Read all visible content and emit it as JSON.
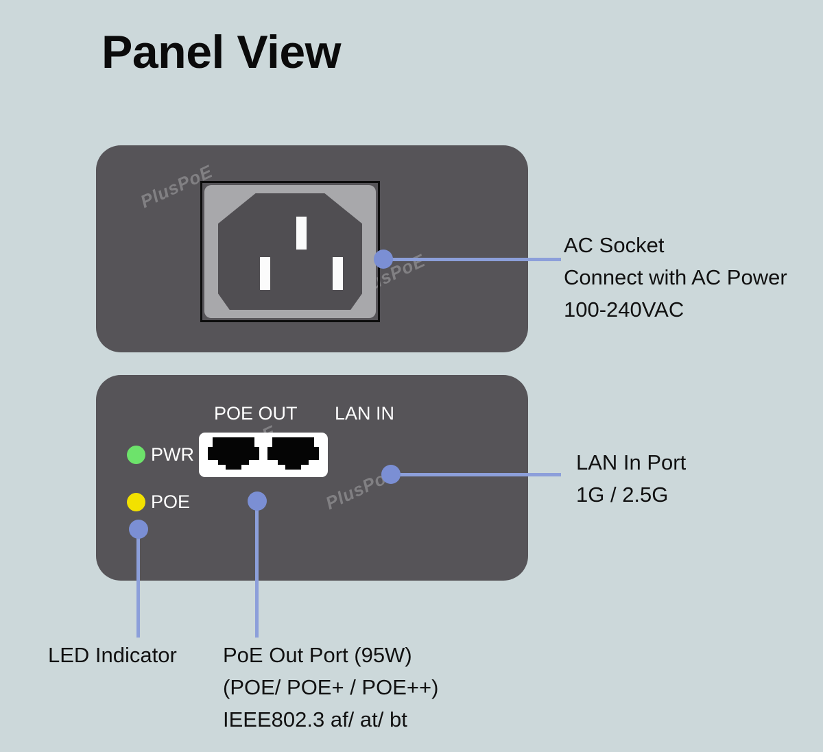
{
  "page": {
    "title": "Panel View",
    "background_color": "#ccd8da",
    "watermark_text": "PlusPoE"
  },
  "colors": {
    "panel_body": "#565458",
    "callout_blue": "#7b8fd4",
    "led_pwr_green": "#6de36b",
    "led_poe_yellow": "#f2e100",
    "port_block_white": "#ffffff",
    "port_cutout_black": "#050505",
    "ac_frame_gray": "#a8a8ab",
    "ac_body_gray": "#504e52"
  },
  "top_panel": {
    "name": "AC inlet panel",
    "socket": {
      "type": "IEC C14 AC inlet",
      "pins": [
        "earth-top",
        "line-left",
        "neutral-right"
      ]
    },
    "callout": {
      "line1": "AC Socket",
      "line2": "Connect with AC Power",
      "line3": "100-240VAC"
    }
  },
  "bottom_panel": {
    "name": "Port panel",
    "port_labels": {
      "poe_out": "POE OUT",
      "lan_in": "LAN IN"
    },
    "leds": [
      {
        "label": "PWR",
        "color": "#6de36b"
      },
      {
        "label": "POE",
        "color": "#f2e100"
      }
    ],
    "callouts": {
      "lan_in": {
        "line1": "LAN In Port",
        "line2": "1G / 2.5G"
      },
      "led_indicator": {
        "line1": "LED Indicator"
      },
      "poe_out": {
        "line1": "PoE Out Port (95W)",
        "line2": "(POE/ POE+ / POE++)",
        "line3": "IEEE802.3 af/ at/ bt"
      }
    }
  }
}
